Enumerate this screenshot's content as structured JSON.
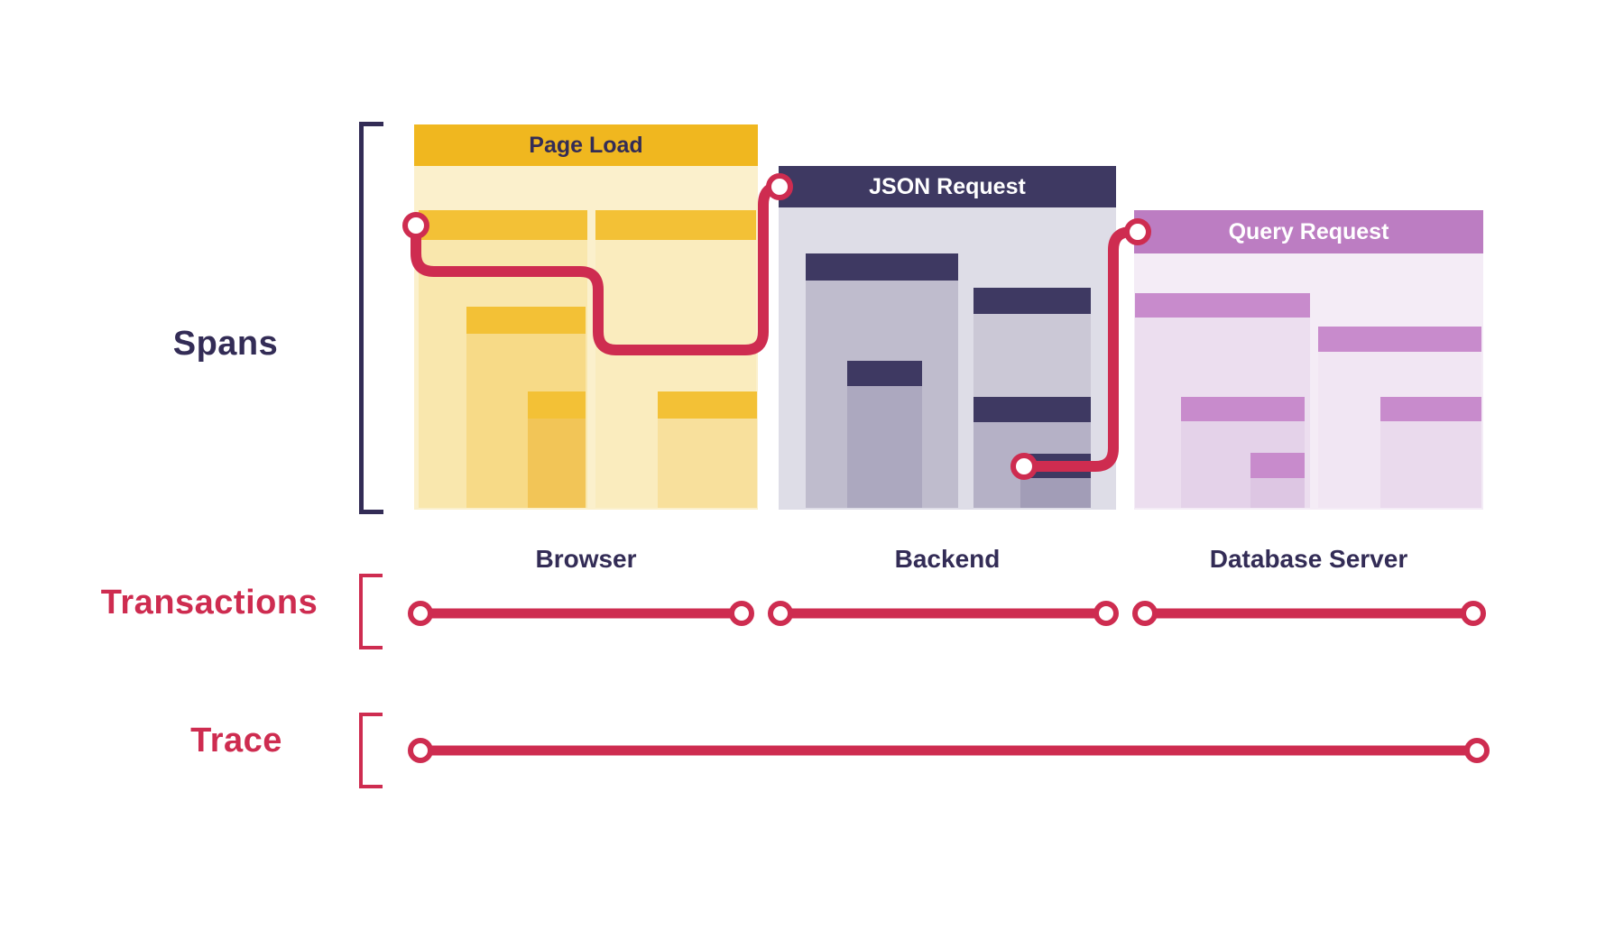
{
  "labels": {
    "spans": "Spans",
    "transactions": "Transactions",
    "trace": "Trace"
  },
  "panels": [
    {
      "title": "Page Load",
      "caption": "Browser"
    },
    {
      "title": "JSON Request",
      "caption": "Backend"
    },
    {
      "title": "Query Request",
      "caption": "Database Server"
    }
  ],
  "colors": {
    "accent_red": "#CE2C50",
    "navy": "#332C56",
    "browser_header_yellow": "#F0B71F",
    "backend_header_navy": "#3E3962",
    "database_header_purple": "#BC7DC2"
  }
}
